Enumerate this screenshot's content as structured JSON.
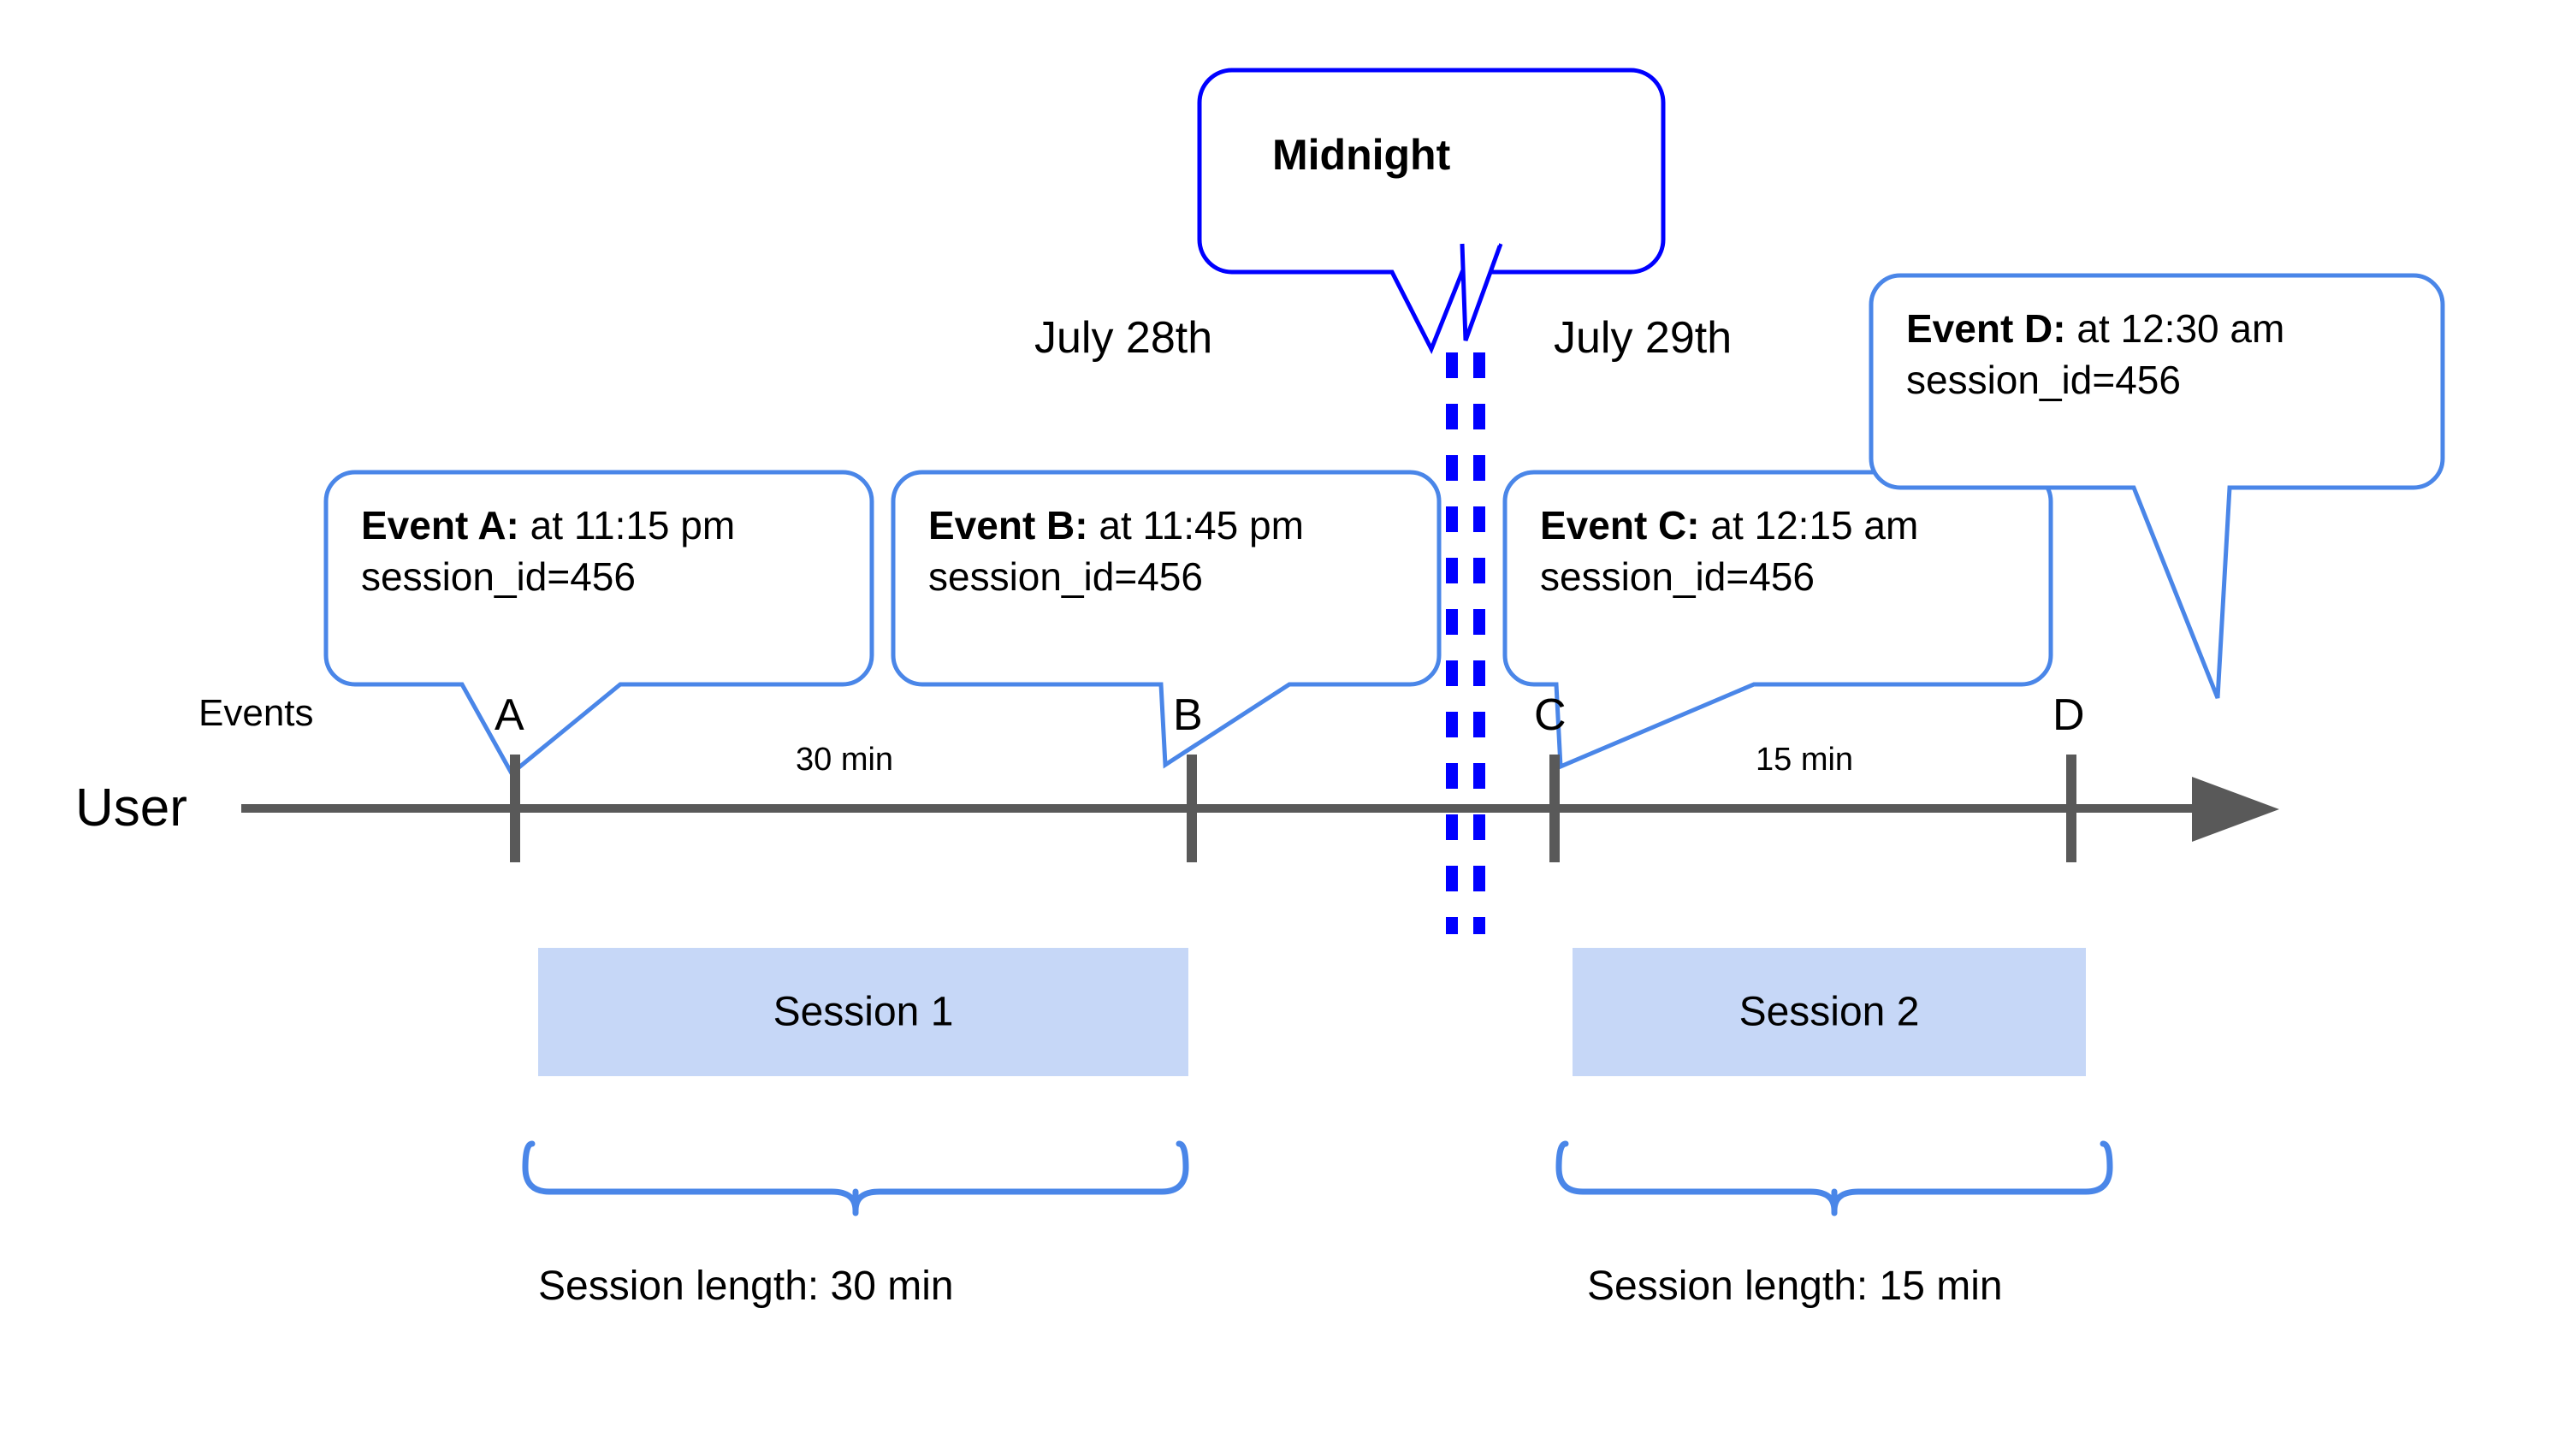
{
  "diagram": {
    "title_visible": false,
    "colors": {
      "callout_border": "#4a86e8",
      "midnight_border": "#0000ff",
      "midnight_dashed_line": "#0000ff",
      "timeline_axis": "#595959",
      "session_fill": "#c6d7f7",
      "brace": "#4a86e8",
      "text": "#000000",
      "background": "#ffffff"
    },
    "lanes": {
      "user_label": "User",
      "events_label": "Events"
    },
    "dates": [
      {
        "id": "july28",
        "label": "July 28th"
      },
      {
        "id": "july29",
        "label": "July 29th"
      }
    ],
    "midnight": {
      "label": "Midnight",
      "marker_style": "double-dashed-vertical-line"
    },
    "events": [
      {
        "id": "A",
        "marker": "A",
        "title": "Event A:",
        "time": " at 11:15 pm",
        "attribute": "session_id=456",
        "tail_direction": "down-right"
      },
      {
        "id": "B",
        "marker": "B",
        "title": "Event B:",
        "time": " at 11:45 pm",
        "attribute": "session_id=456",
        "tail_direction": "down-left"
      },
      {
        "id": "C",
        "marker": "C",
        "title": "Event C:",
        "time": " at 12:15 am",
        "attribute": "session_id=456",
        "tail_direction": "down-left"
      },
      {
        "id": "D",
        "marker": "D",
        "title": "Event D:",
        "time": " at 12:30 am",
        "attribute": "session_id=456",
        "tail_direction": "down-long"
      }
    ],
    "gaps": [
      {
        "id": "gap-ab",
        "label": "30 min"
      },
      {
        "id": "gap-cd",
        "label": "15 min"
      }
    ],
    "sessions": [
      {
        "id": "session1",
        "label": "Session 1",
        "length_label": "Session length: 30 min"
      },
      {
        "id": "session2",
        "label": "Session 2",
        "length_label": "Session length: 15 min"
      }
    ]
  },
  "chart_data": {
    "type": "timeline",
    "title": "",
    "xlabel": "",
    "ylabel": "",
    "grid": false,
    "legend": "none",
    "lane": "User",
    "axis_direction": "left-to-right arrow",
    "day_boundary": {
      "label": "Midnight",
      "between": [
        "July 28th",
        "July 29th"
      ]
    },
    "points": [
      {
        "name": "A",
        "time": "11:15 pm",
        "date": "July 28th",
        "session_id": 456,
        "session": "Session 1"
      },
      {
        "name": "B",
        "time": "11:45 pm",
        "date": "July 28th",
        "session_id": 456,
        "session": "Session 1"
      },
      {
        "name": "C",
        "time": "12:15 am",
        "date": "July 29th",
        "session_id": 456,
        "session": "Session 2"
      },
      {
        "name": "D",
        "time": "12:30 am",
        "date": "July 29th",
        "session_id": 456,
        "session": "Session 2"
      }
    ],
    "intervals": [
      {
        "from": "A",
        "to": "B",
        "label": "30 min",
        "minutes": 30
      },
      {
        "from": "C",
        "to": "D",
        "label": "15 min",
        "minutes": 15
      }
    ],
    "sessions": [
      {
        "name": "Session 1",
        "from": "A",
        "to": "B",
        "length_label": "Session length: 30 min",
        "minutes": 30
      },
      {
        "name": "Session 2",
        "from": "C",
        "to": "D",
        "length_label": "Session length: 15 min",
        "minutes": 15
      }
    ]
  }
}
